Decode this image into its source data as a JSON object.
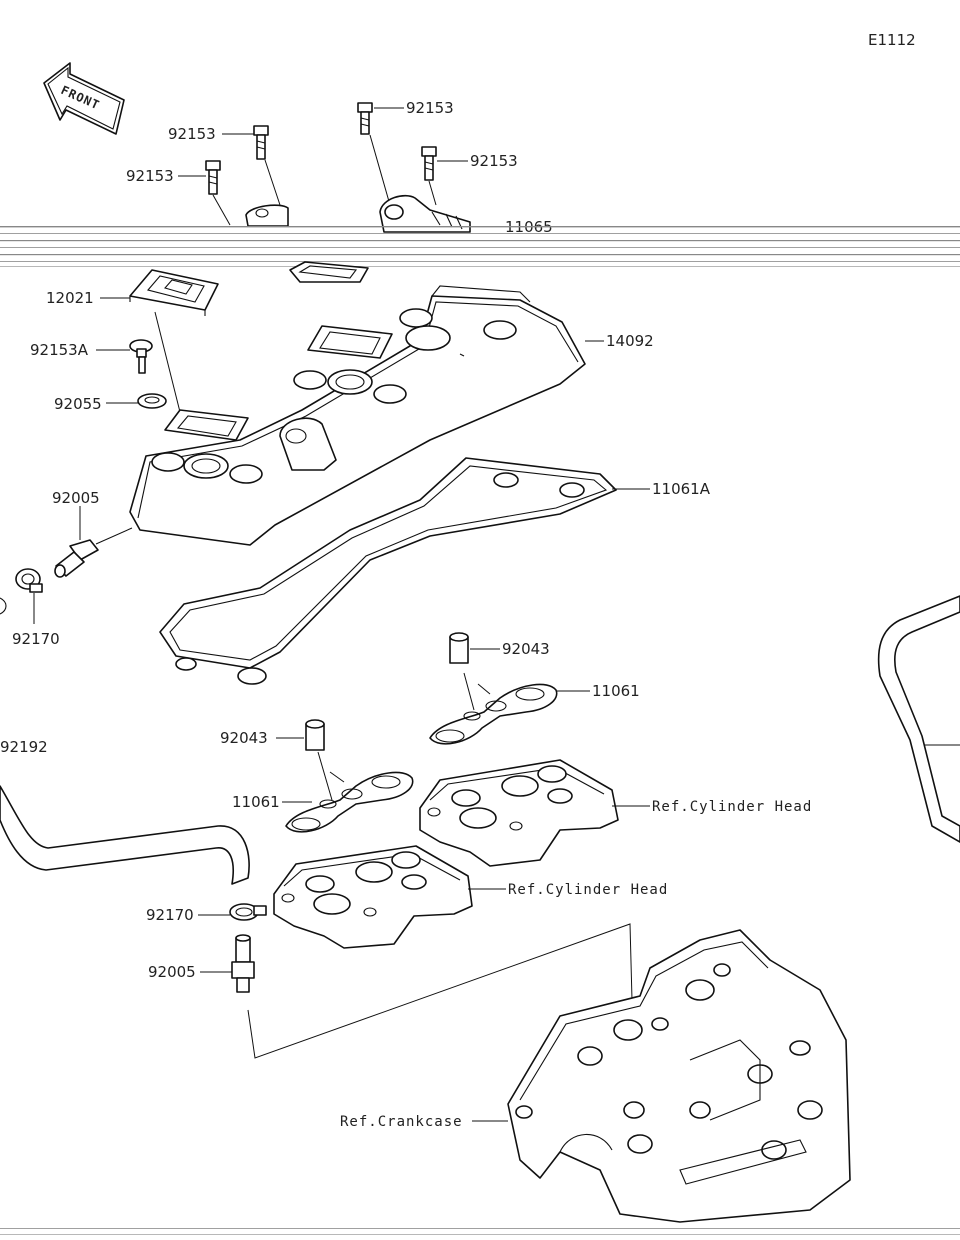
{
  "diagram_code": "E1112",
  "front_label": "FRONT",
  "labels": {
    "p92153_a": "92153",
    "p92153_b": "92153",
    "p92153_c": "92153",
    "p92153_d": "92153",
    "p11065": "11065",
    "p12021": "12021",
    "p14092": "14092",
    "p92153A": "92153A",
    "p92055": "92055",
    "p11061A": "11061A",
    "p92005_top": "92005",
    "p92170_left": "92170",
    "p92192": "92192",
    "p92043_a": "92043",
    "p11061_a": "11061",
    "p92043_b": "92043",
    "p11061_b": "11061",
    "ref_head_a": "Ref.Cylinder Head",
    "ref_head_b": "Ref.Cylinder Head",
    "p92170_bottom": "92170",
    "p92005_bottom": "92005",
    "ref_crankcase": "Ref.Crankcase"
  }
}
